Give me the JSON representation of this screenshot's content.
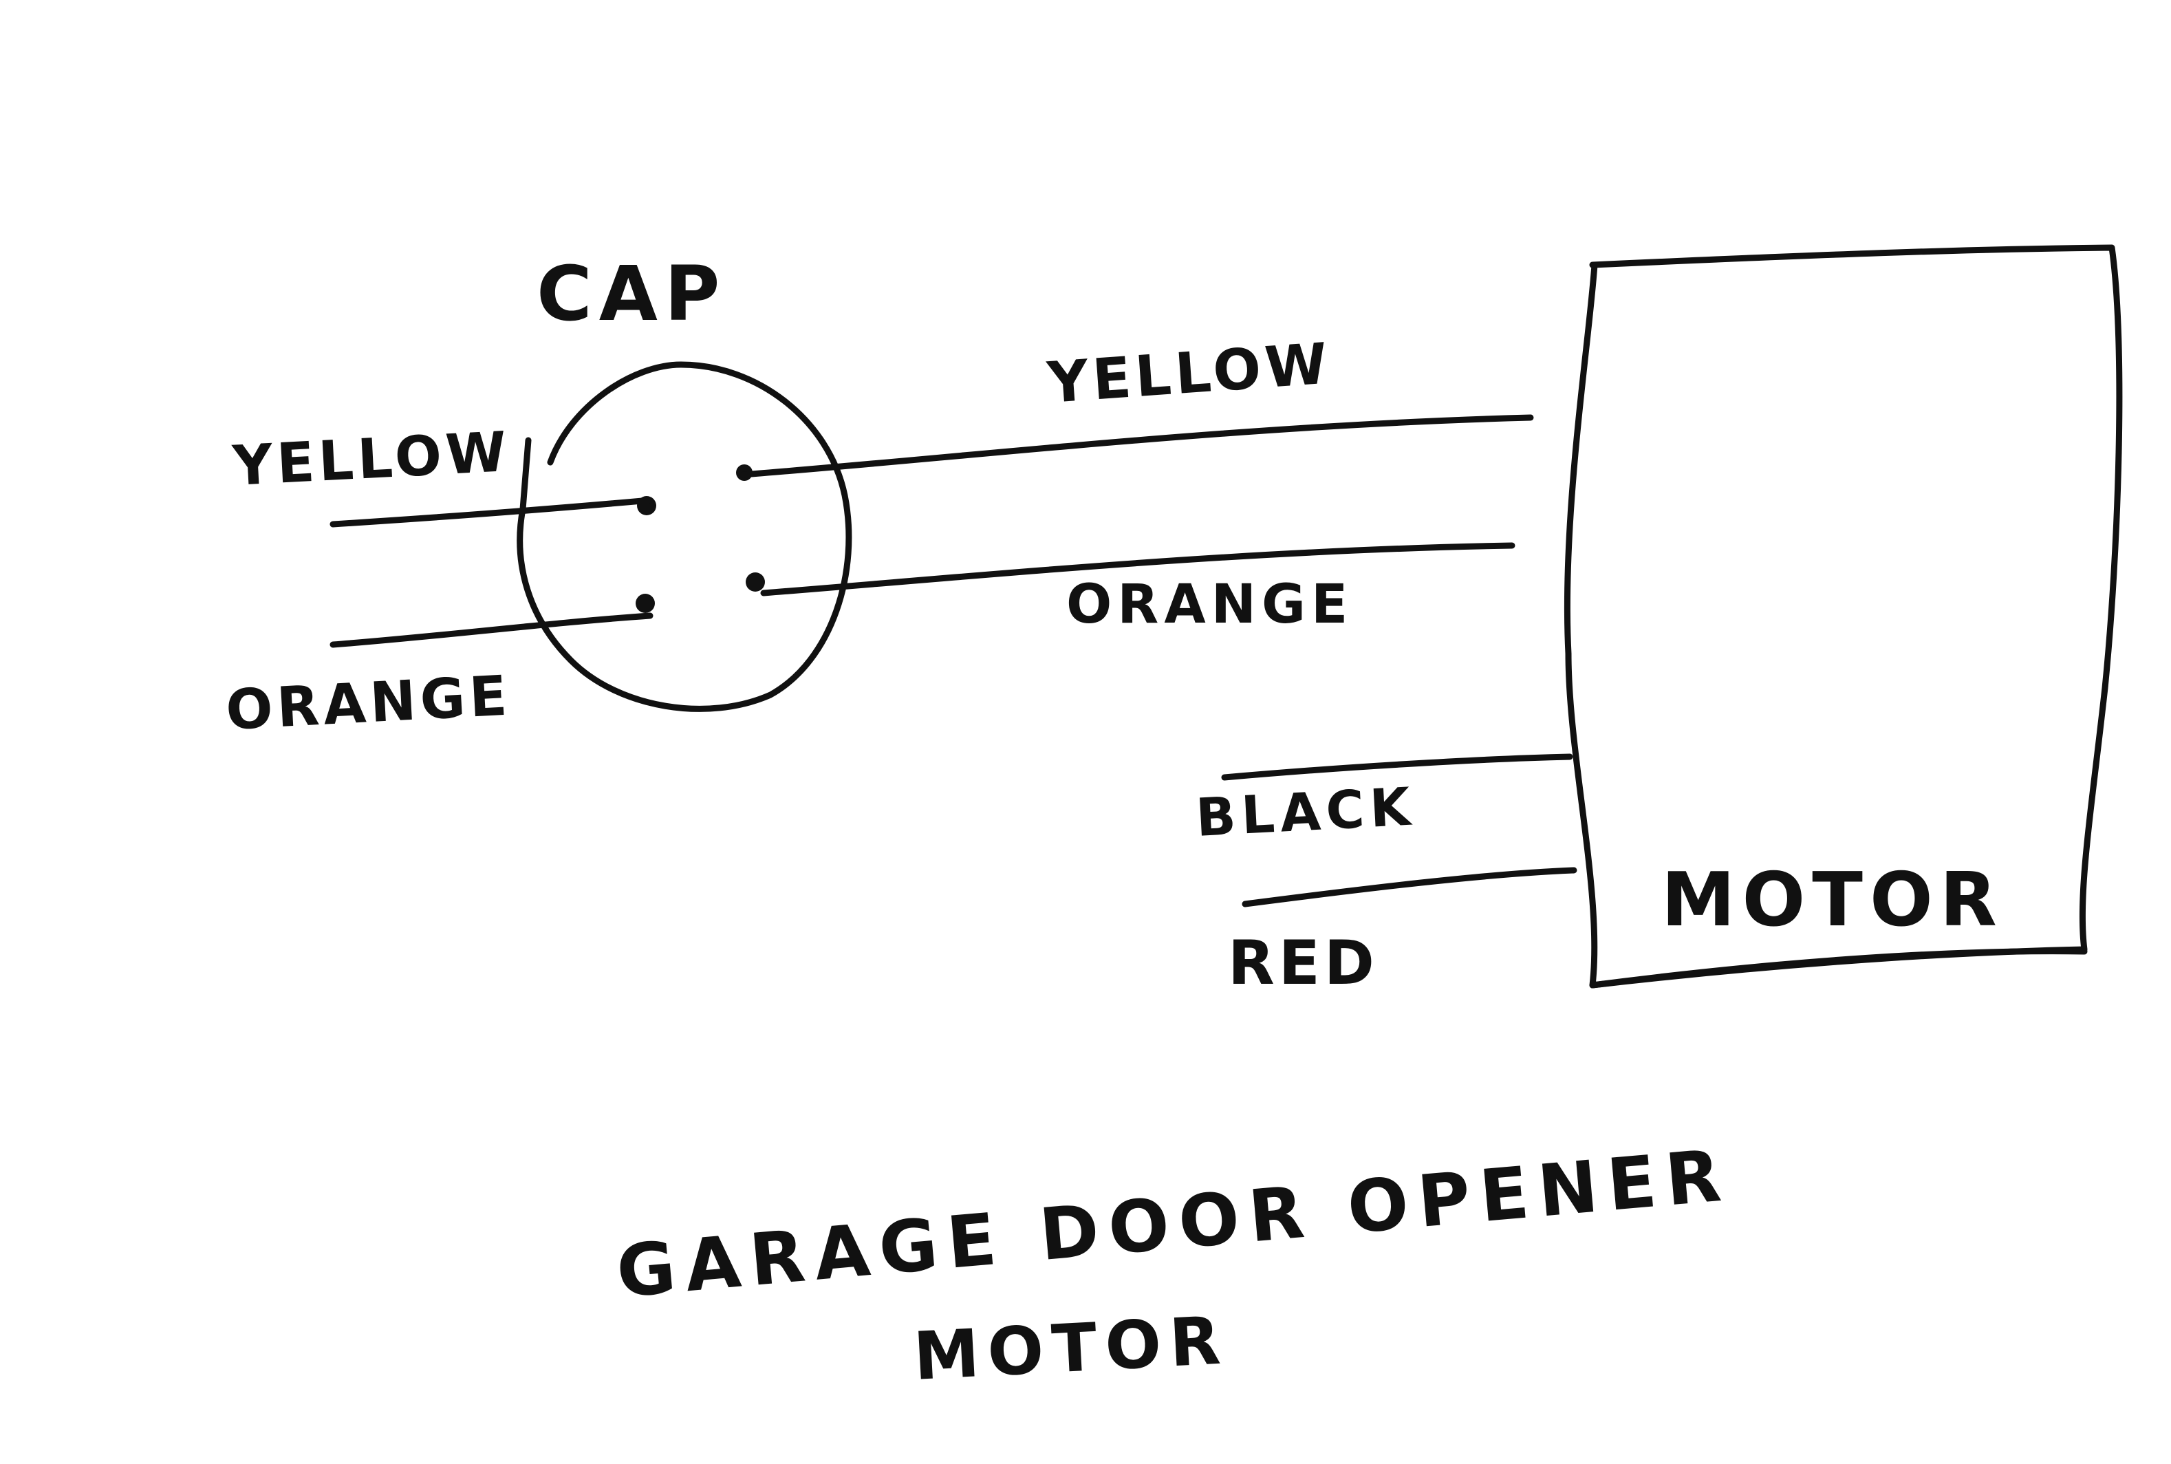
{
  "diagram": {
    "title_line1": "GARAGE DOOR OPENER",
    "title_line2": "MOTOR",
    "capacitor": {
      "label": "CAP",
      "left_wires": [
        {
          "label": "YELLOW"
        },
        {
          "label": "ORANGE"
        }
      ]
    },
    "cap_to_motor_wires": [
      {
        "label": "YELLOW"
      },
      {
        "label": "ORANGE"
      }
    ],
    "motor": {
      "label": "MOTOR",
      "input_wires": [
        {
          "label": "BLACK"
        },
        {
          "label": "RED"
        }
      ]
    }
  }
}
